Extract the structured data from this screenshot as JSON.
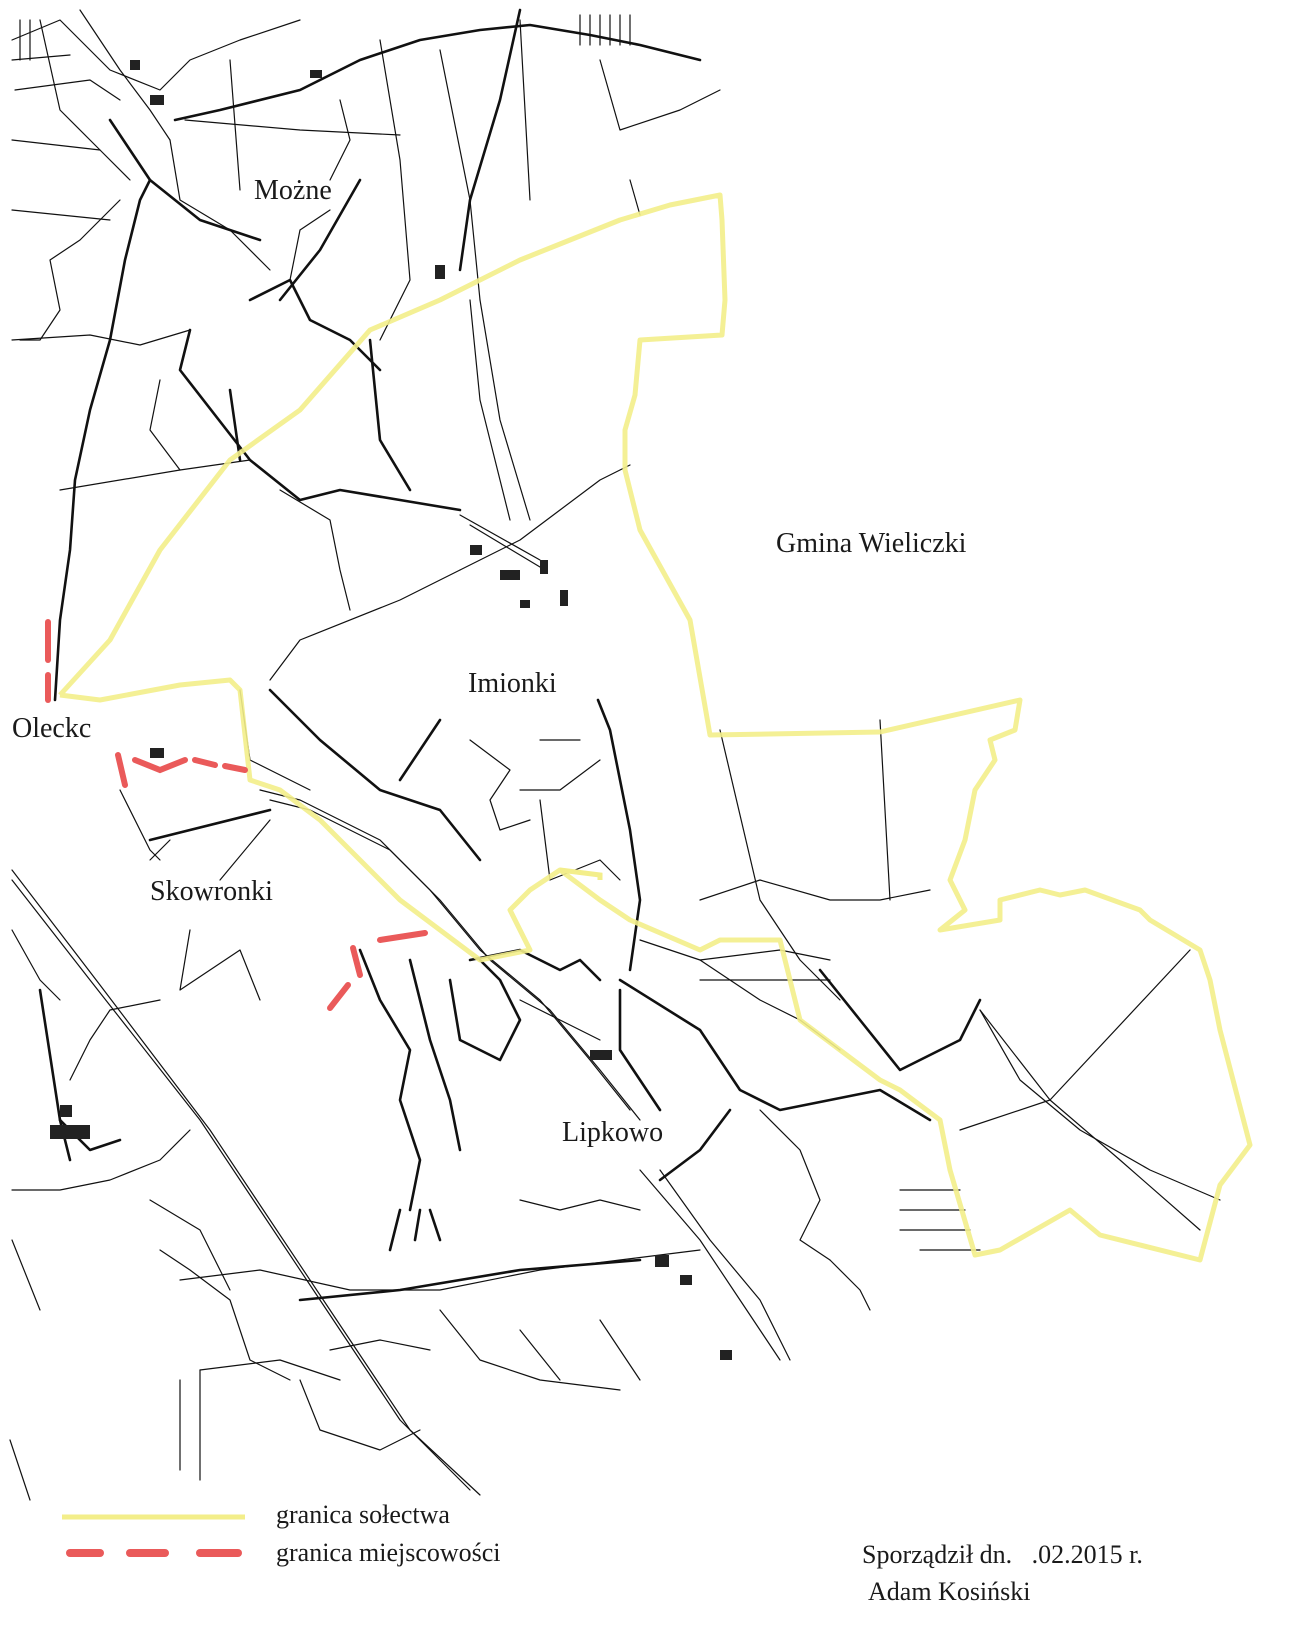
{
  "map": {
    "places": {
      "mozne": "Możne",
      "gmina": "Gmina Wieliczki",
      "imionki": "Imionki",
      "olecko": "Oleckc",
      "skowronki": "Skowronki",
      "lipkowo": "Lipkowo"
    },
    "legend": {
      "solectwo_label": "granica sołectwa",
      "miejscowosc_label": "granica miejscowości",
      "solectwo_color": "#f3ee8a",
      "miejscowosc_color": "#ea5a5a"
    },
    "signature": {
      "line1": "Sporządził dn.   .02.2015 r.",
      "line2": "Adam Kosiński"
    }
  }
}
